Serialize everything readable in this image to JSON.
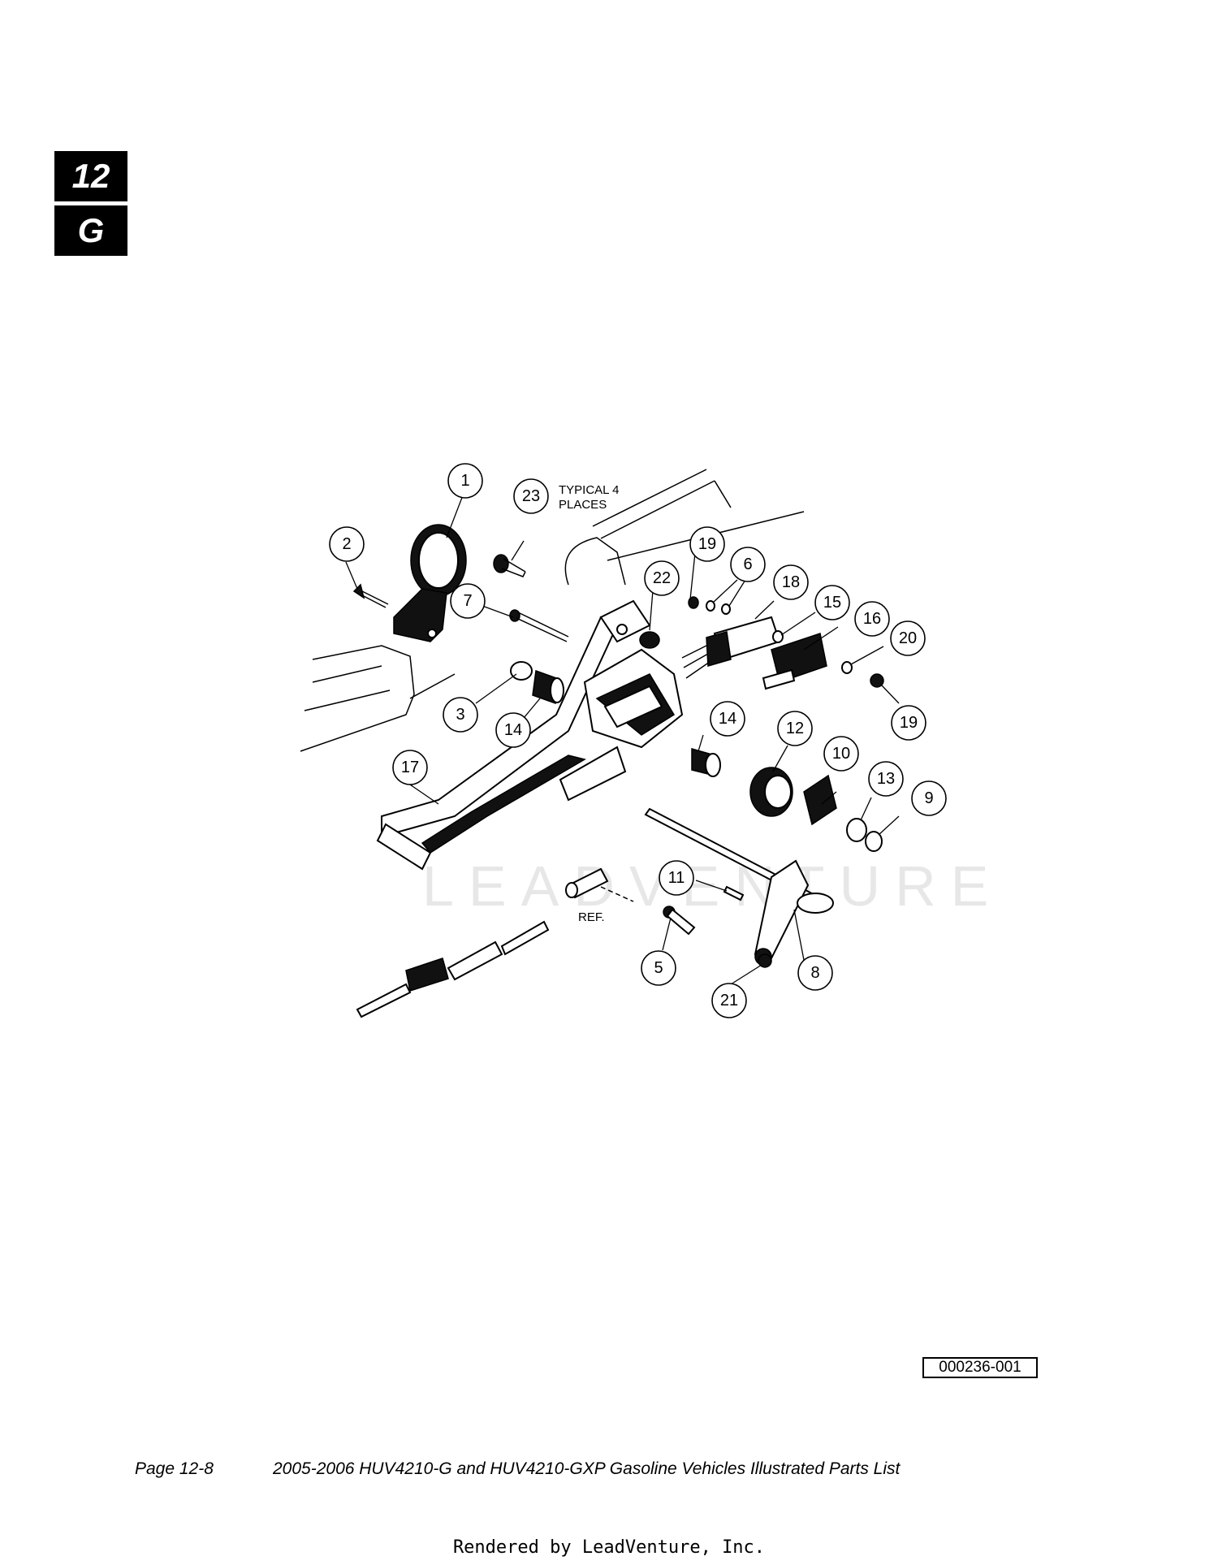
{
  "section_tab": {
    "number": "12",
    "letter": "G"
  },
  "diagram": {
    "note_typical": [
      "TYPICAL 4",
      "PLACES"
    ],
    "ref_label": "REF.",
    "watermark": "LEADVENTURE",
    "callouts": [
      "1",
      "2",
      "3",
      "5",
      "6",
      "7",
      "8",
      "9",
      "10",
      "11",
      "12",
      "13",
      "14",
      "14",
      "15",
      "16",
      "17",
      "18",
      "19",
      "19",
      "20",
      "21",
      "22",
      "23"
    ]
  },
  "drawing_number": "000236-001",
  "footer": {
    "page": "Page 12-8",
    "title": "2005-2006 HUV4210-G and HUV4210-GXP Gasoline Vehicles Illustrated Parts List"
  },
  "rendered_by": "Rendered by LeadVenture, Inc."
}
